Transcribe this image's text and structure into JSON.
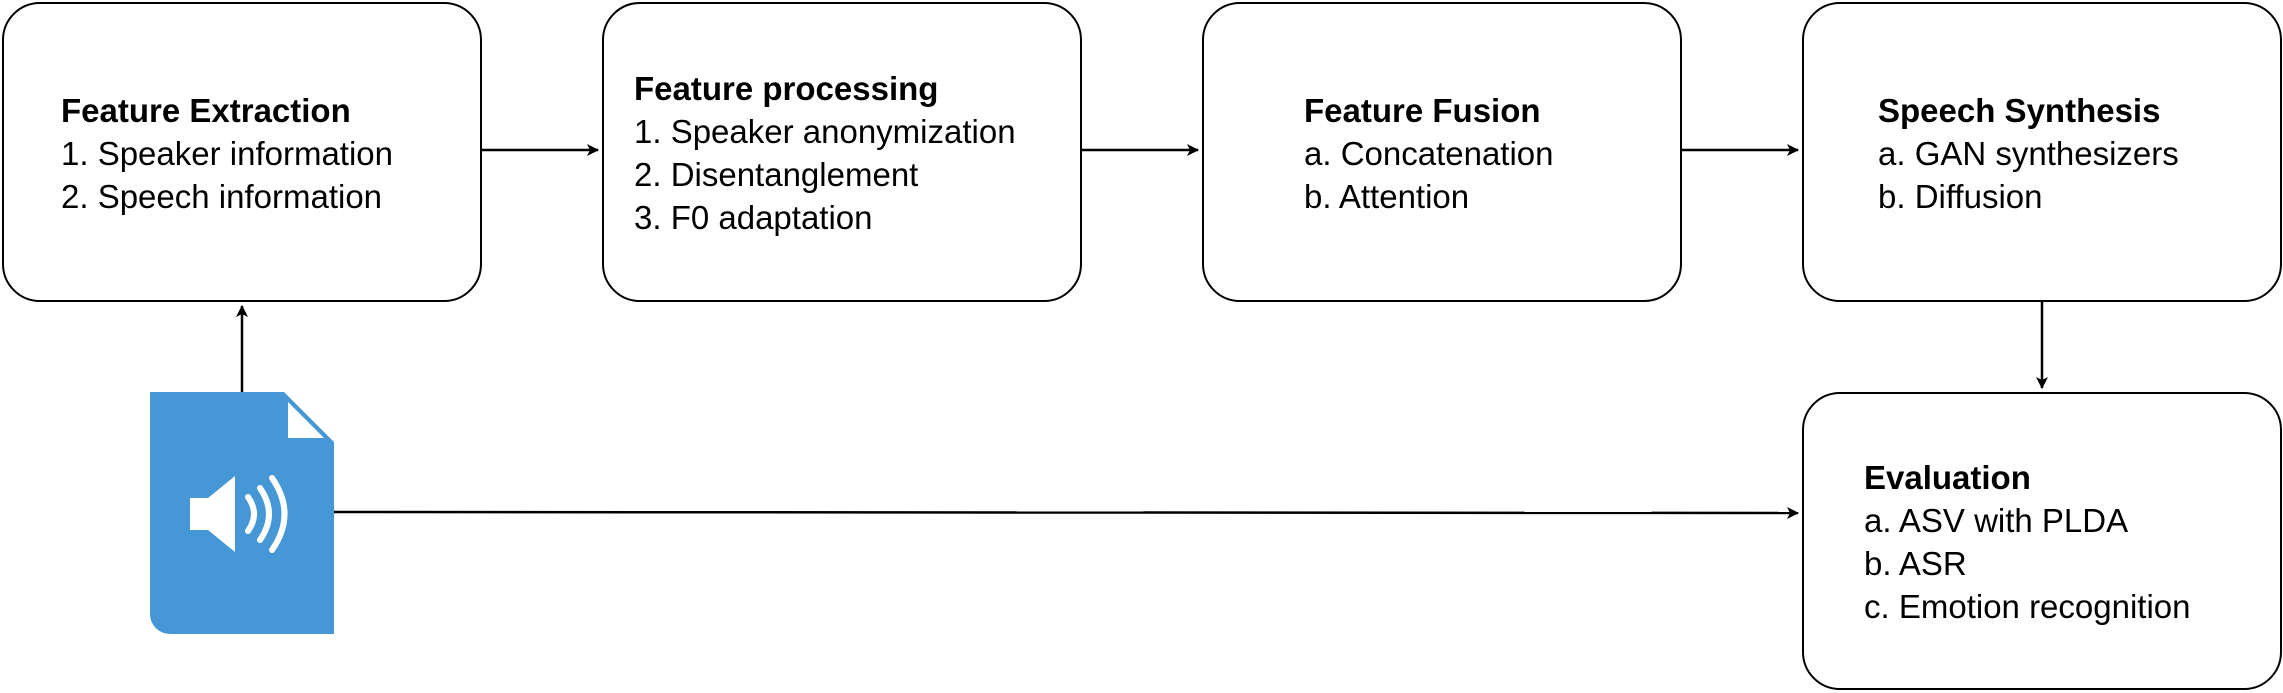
{
  "boxes": {
    "feature_extraction": {
      "title": "Feature Extraction",
      "items": [
        "1. Speaker information",
        "2. Speech information"
      ]
    },
    "feature_processing": {
      "title": "Feature processing",
      "items": [
        "1. Speaker anonymization",
        "2. Disentanglement",
        "3. F0 adaptation"
      ]
    },
    "feature_fusion": {
      "title": "Feature Fusion",
      "items": [
        "a. Concatenation",
        "b. Attention"
      ]
    },
    "speech_synthesis": {
      "title": "Speech Synthesis",
      "items": [
        "a. GAN synthesizers",
        "b. Diffusion"
      ]
    },
    "evaluation": {
      "title": "Evaluation",
      "items": [
        "a. ASV with PLDA",
        "b. ASR",
        "c. Emotion recognition"
      ]
    }
  },
  "audio_file_icon": {
    "icon": "audio-file-icon",
    "color": "#4597d6"
  },
  "colors": {
    "stroke": "#000000",
    "background": "#ffffff"
  }
}
